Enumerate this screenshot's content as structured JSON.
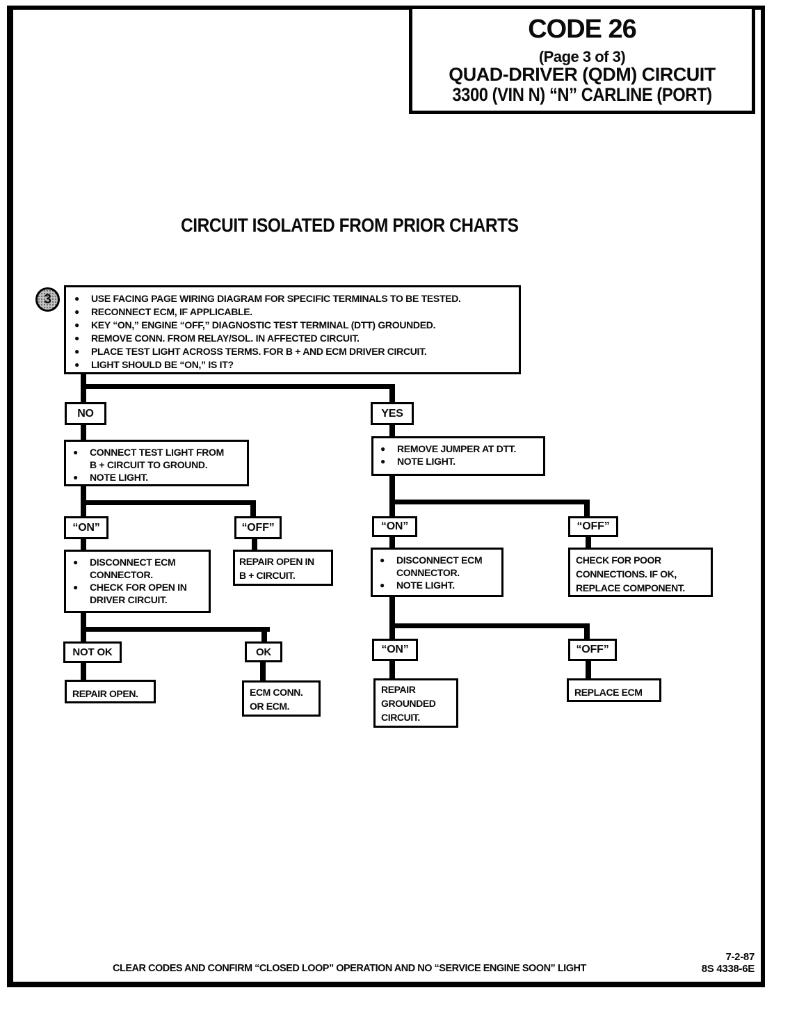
{
  "glyphs": {
    "bullet": "●"
  },
  "header": {
    "code": "CODE 26",
    "page": "(Page 3 of 3)",
    "circuit": "QUAD-DRIVER (QDM) CIRCUIT",
    "carline": "3300 (VIN N) “N” CARLINE (PORT)"
  },
  "heading": "CIRCUIT ISOLATED FROM PRIOR CHARTS",
  "step_number": "3",
  "flow": {
    "start": {
      "bullets": [
        "USE FACING PAGE WIRING DIAGRAM FOR SPECIFIC TERMINALS TO BE TESTED.",
        "RECONNECT ECM, IF APPLICABLE.",
        "KEY “ON,” ENGINE “OFF,” DIAGNOSTIC TEST TERMINAL (DTT) GROUNDED.",
        "REMOVE CONN. FROM RELAY/SOL. IN AFFECTED CIRCUIT.",
        "PLACE TEST LIGHT ACROSS TERMS. FOR B + AND ECM DRIVER CIRCUIT.",
        "LIGHT SHOULD BE “ON,” IS IT?"
      ]
    },
    "no": {
      "label": "NO",
      "action": {
        "bullets": [
          [
            "CONNECT TEST LIGHT FROM",
            "B + CIRCUIT TO GROUND."
          ],
          [
            "NOTE LIGHT."
          ]
        ]
      },
      "on": {
        "label": "“ON”",
        "action": {
          "bullets": [
            [
              "DISCONNECT ECM",
              "CONNECTOR."
            ],
            [
              "CHECK FOR OPEN IN",
              "DRIVER CIRCUIT."
            ]
          ]
        },
        "not_ok": {
          "label": "NOT OK",
          "result": [
            "REPAIR OPEN."
          ]
        },
        "ok": {
          "label": "OK",
          "result": [
            "ECM CONN.",
            "OR ECM."
          ]
        }
      },
      "off": {
        "label": "“OFF”",
        "result": [
          "REPAIR OPEN IN",
          "B + CIRCUIT."
        ]
      }
    },
    "yes": {
      "label": "YES",
      "action": {
        "bullets": [
          [
            "REMOVE JUMPER AT DTT."
          ],
          [
            "NOTE LIGHT."
          ]
        ]
      },
      "on": {
        "label": "“ON”",
        "action": {
          "bullets": [
            [
              "DISCONNECT ECM",
              "CONNECTOR."
            ],
            [
              "NOTE LIGHT."
            ]
          ]
        },
        "on": {
          "label": "“ON”",
          "result": [
            "REPAIR",
            "GROUNDED",
            "CIRCUIT."
          ]
        },
        "off": {
          "label": "“OFF”",
          "result": [
            "REPLACE ECM"
          ]
        }
      },
      "off": {
        "label": "“OFF”",
        "result": [
          "CHECK FOR POOR",
          "CONNECTIONS. IF OK,",
          "REPLACE COMPONENT."
        ]
      }
    }
  },
  "footer": {
    "note": "CLEAR CODES AND CONFIRM “CLOSED LOOP” OPERATION AND NO “SERVICE ENGINE SOON” LIGHT",
    "date": "7-2-87",
    "doc_number": "8S 4338-6E"
  }
}
